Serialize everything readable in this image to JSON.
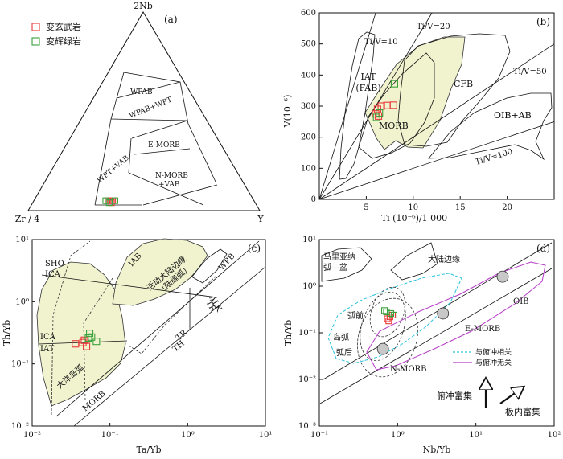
{
  "legend": {
    "basalt": "变玄武岩",
    "diabase": "变辉绿岩"
  },
  "colors": {
    "basalt": "#e83a3a",
    "diabase": "#3aa13a",
    "field": "#f1f3cf",
    "cyan": "#28c3dc",
    "magenta": "#b53bc6"
  },
  "chart_data": [
    {
      "id": "a",
      "type": "ternary",
      "panel_label": "(a)",
      "vertices": {
        "top": "2Nb",
        "left": "Zr / 4",
        "right": "Y"
      },
      "fields": [
        "WPAB",
        "WPAB+WPT",
        "E-MORB",
        "WPT+VAB",
        "N-MORB\n+VAB"
      ],
      "series": [
        {
          "key": "basalt",
          "name": "变玄武岩",
          "points_tern": [
            [
              0.05,
              0.63,
              0.32
            ],
            [
              0.05,
              0.62,
              0.33
            ],
            [
              0.05,
              0.61,
              0.34
            ],
            [
              0.04,
              0.62,
              0.34
            ]
          ]
        },
        {
          "key": "diabase",
          "name": "变辉绿岩",
          "points_tern": [
            [
              0.05,
              0.64,
              0.31
            ],
            [
              0.04,
              0.63,
              0.33
            ],
            [
              0.05,
              0.6,
              0.35
            ]
          ]
        }
      ]
    },
    {
      "id": "b",
      "type": "scatter",
      "panel_label": "(b)",
      "xlabel": "Ti (10⁻⁶)/1 000",
      "ylabel": "V(10⁻⁶)",
      "xlim": [
        0,
        25
      ],
      "ylim": [
        0,
        600
      ],
      "xticks": [
        "5",
        "10",
        "15",
        "20"
      ],
      "yticks": [
        "0",
        "100",
        "200",
        "300",
        "400",
        "500",
        "600"
      ],
      "field_labels": [
        "IAT\n(FAB)",
        "CFB",
        "MORB",
        "OIB+AB"
      ],
      "ratio_lines": [
        "Ti/V=10",
        "Ti/V=20",
        "Ti/V=50",
        "Ti/V=100"
      ],
      "series": [
        {
          "key": "basalt",
          "name": "变玄武岩",
          "points": [
            [
              6.2,
              290
            ],
            [
              6.0,
              275
            ],
            [
              6.6,
              300
            ],
            [
              7.2,
              302
            ],
            [
              7.9,
              303
            ],
            [
              6.3,
              268
            ]
          ]
        },
        {
          "key": "diabase",
          "name": "变辉绿岩",
          "points": [
            [
              8.0,
              372
            ],
            [
              6.4,
              278
            ],
            [
              6.1,
              264
            ]
          ]
        }
      ]
    },
    {
      "id": "c",
      "type": "scatter",
      "panel_label": "(c)",
      "xlabel": "Ta/Yb",
      "ylabel": "Th/Yb",
      "scale": "log",
      "xlim": [
        0.01,
        10
      ],
      "ylim": [
        0.01,
        10
      ],
      "xticks": [
        "10⁻²",
        "10⁻¹",
        "10⁰",
        "10¹"
      ],
      "yticks": [
        "10⁻²",
        "10⁻¹",
        "10⁰",
        "10¹"
      ],
      "field_labels": [
        "SHO",
        "ICA",
        "IAB",
        "活动大陆边缘\n（陆缘弧）",
        "WPB",
        "ALK",
        "TR",
        "TR",
        "TH",
        "ICA",
        "IAT",
        "大洋岛弧",
        "MORB"
      ],
      "series": [
        {
          "key": "basalt",
          "name": "变玄武岩",
          "points": [
            [
              0.036,
              0.21
            ],
            [
              0.045,
              0.22
            ],
            [
              0.05,
              0.19
            ],
            [
              0.047,
              0.24
            ]
          ]
        },
        {
          "key": "diabase",
          "name": "变辉绿岩",
          "points": [
            [
              0.055,
              0.31
            ],
            [
              0.058,
              0.27
            ],
            [
              0.067,
              0.23
            ],
            [
              0.053,
              0.26
            ]
          ]
        }
      ]
    },
    {
      "id": "d",
      "type": "scatter",
      "panel_label": "(d)",
      "xlabel": "Nb/Yb",
      "ylabel": "Th/Yb",
      "scale": "log",
      "xlim": [
        0.1,
        100
      ],
      "ylim": [
        0.001,
        10
      ],
      "xticks": [
        "10⁻¹",
        "10⁰",
        "10¹",
        "10²"
      ],
      "yticks": [
        "10⁻³",
        "10⁻²",
        "10⁻¹",
        "10⁰",
        "10¹"
      ],
      "field_labels": [
        "马里亚纳\n弧—盆",
        "大陆边缘",
        "弧前",
        "岛弧",
        "弧后",
        "OIB",
        "E-MORB",
        "N-MORB"
      ],
      "legend_lines": [
        "与俯冲相关",
        "与俯冲无关"
      ],
      "trend_labels": [
        "俯冲富集",
        "板内富集"
      ],
      "reference_points": [
        [
          0.65,
          0.045
        ],
        [
          3.8,
          0.26
        ],
        [
          22,
          1.6
        ]
      ],
      "series": [
        {
          "key": "basalt",
          "name": "变玄武岩",
          "points": [
            [
              0.74,
              0.2
            ],
            [
              0.8,
              0.22
            ],
            [
              0.86,
              0.24
            ],
            [
              0.77,
              0.18
            ]
          ]
        },
        {
          "key": "diabase",
          "name": "变辉绿岩",
          "points": [
            [
              0.72,
              0.28
            ],
            [
              0.68,
              0.3
            ],
            [
              0.9,
              0.24
            ],
            [
              0.82,
              0.26
            ]
          ]
        }
      ]
    }
  ]
}
